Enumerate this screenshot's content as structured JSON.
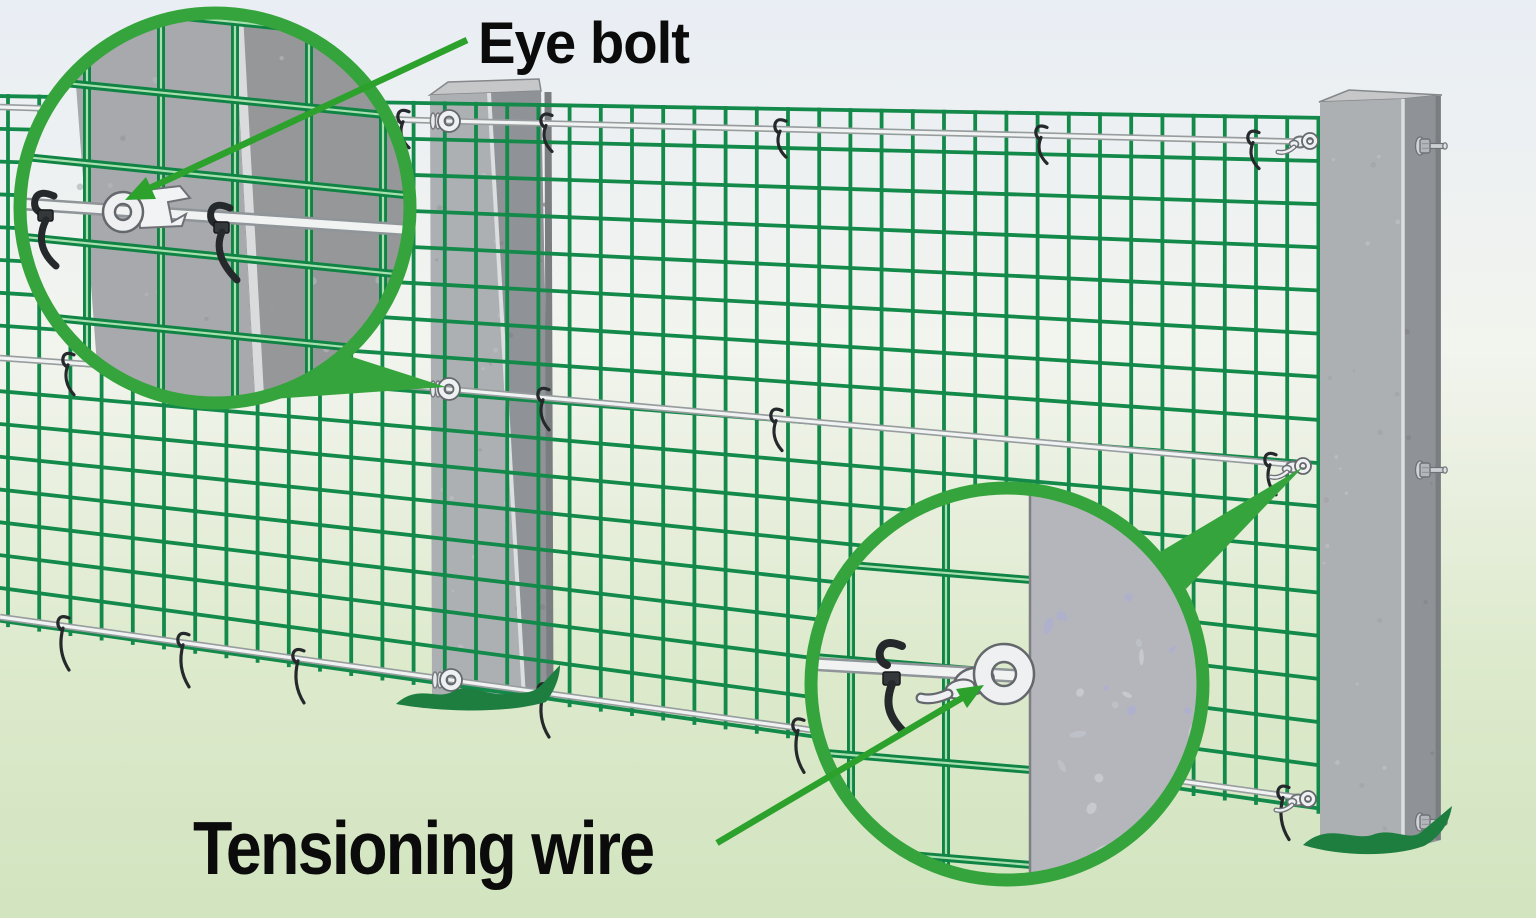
{
  "figure": {
    "type": "instructional-diagram",
    "subject": "Attaching wire mesh fencing to posts with tensioning wires and eye bolts",
    "labels": {
      "eye_bolt": "Eye bolt",
      "tensioning_wire": "Tensioning wire"
    },
    "callouts": [
      {
        "id": "eye-bolt",
        "label": "Eye bolt",
        "shows": "magnified eye bolt on intermediate post with tensioning wire threaded through and cable ties"
      },
      {
        "id": "tensioning-wire",
        "label": "Tensioning wire",
        "shows": "magnified tensioning wire knotted through eye bolt at end post with cable tie"
      }
    ],
    "scene": {
      "posts": 2,
      "tension_wires": 3,
      "mesh_rows": 17,
      "mesh_columns": 43
    },
    "colors": {
      "bg_top": "#e9eef4",
      "bg_mid": "#f2f4ee",
      "bg_low": "#ddeacc",
      "bg_bottom": "#d2e4c0",
      "mesh_green": "#13894a",
      "mesh_zoom_green": "#108445",
      "mesh_zoom_core": "#a8dfae",
      "callout_green": "#36a43c",
      "arrow_green": "#2ca12c",
      "wire_core": "#f1f3f3",
      "wire_edge": "#979d9e",
      "post_front": "#adb0b3",
      "post_side": "#8f9296",
      "post_cap": "#c5c7c9",
      "post_highlight": "#dcdee0",
      "slab_front": "#a7a9ac",
      "slab_side": "#959798",
      "slab2": "#b5b6bb",
      "slab2_speckle": "#aeb0ce",
      "tie_black": "#26292c",
      "grass_green": "#1d7e3f",
      "metal_outline": "#64686c",
      "label_black": "#0b0b0b"
    }
  }
}
